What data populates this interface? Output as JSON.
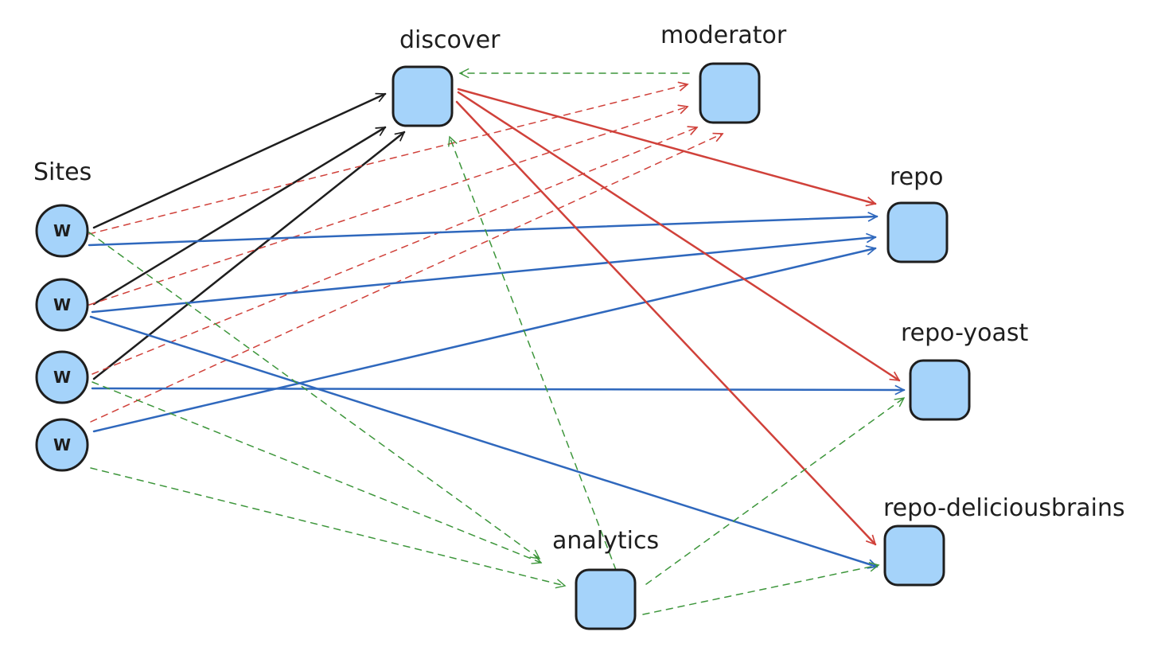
{
  "diagram": {
    "title": "",
    "colors": {
      "node_fill": "#a5d3fa",
      "node_stroke": "#1e1e1e",
      "black_edge": "#1e1e1e",
      "blue_edge": "#2f68bd",
      "red_edge": "#d0413a",
      "green_edge": "#3d963b"
    },
    "sites_group_label": "Sites",
    "site_icon_glyph": "W",
    "nodes": [
      {
        "id": "site1",
        "kind": "site",
        "label": ""
      },
      {
        "id": "site2",
        "kind": "site",
        "label": ""
      },
      {
        "id": "site3",
        "kind": "site",
        "label": ""
      },
      {
        "id": "site4",
        "kind": "site",
        "label": ""
      },
      {
        "id": "discover",
        "kind": "service",
        "label": "discover"
      },
      {
        "id": "moderator",
        "kind": "service",
        "label": "moderator"
      },
      {
        "id": "repo",
        "kind": "service",
        "label": "repo"
      },
      {
        "id": "repo-yoast",
        "kind": "service",
        "label": "repo-yoast"
      },
      {
        "id": "repo-deliciousbrains",
        "kind": "service",
        "label": "repo-deliciousbrains"
      },
      {
        "id": "analytics",
        "kind": "service",
        "label": "analytics"
      }
    ],
    "edges": [
      {
        "from": "site1",
        "to": "discover",
        "color": "black",
        "style": "solid"
      },
      {
        "from": "site2",
        "to": "discover",
        "color": "black",
        "style": "solid"
      },
      {
        "from": "site3",
        "to": "discover",
        "color": "black",
        "style": "solid"
      },
      {
        "from": "site1",
        "to": "moderator",
        "color": "red",
        "style": "dashed"
      },
      {
        "from": "site2",
        "to": "moderator",
        "color": "red",
        "style": "dashed"
      },
      {
        "from": "site3",
        "to": "moderator",
        "color": "red",
        "style": "dashed"
      },
      {
        "from": "site4",
        "to": "moderator",
        "color": "red",
        "style": "dashed"
      },
      {
        "from": "site1",
        "to": "repo",
        "color": "blue",
        "style": "solid"
      },
      {
        "from": "site2",
        "to": "repo",
        "color": "blue",
        "style": "solid"
      },
      {
        "from": "site4",
        "to": "repo",
        "color": "blue",
        "style": "solid"
      },
      {
        "from": "site3",
        "to": "repo-yoast",
        "color": "blue",
        "style": "solid"
      },
      {
        "from": "site2",
        "to": "repo-deliciousbrains",
        "color": "blue",
        "style": "solid"
      },
      {
        "from": "discover",
        "to": "repo",
        "color": "red",
        "style": "solid"
      },
      {
        "from": "discover",
        "to": "repo-yoast",
        "color": "red",
        "style": "solid"
      },
      {
        "from": "discover",
        "to": "repo-deliciousbrains",
        "color": "red",
        "style": "solid"
      },
      {
        "from": "moderator",
        "to": "discover",
        "color": "green",
        "style": "dashed"
      },
      {
        "from": "analytics",
        "to": "discover",
        "color": "green",
        "style": "dashed"
      },
      {
        "from": "site1",
        "to": "analytics",
        "color": "green",
        "style": "dashed"
      },
      {
        "from": "site3",
        "to": "analytics",
        "color": "green",
        "style": "dashed"
      },
      {
        "from": "site4",
        "to": "analytics",
        "color": "green",
        "style": "dashed"
      },
      {
        "from": "analytics",
        "to": "repo-yoast",
        "color": "green",
        "style": "dashed"
      },
      {
        "from": "analytics",
        "to": "repo-deliciousbrains",
        "color": "green",
        "style": "dashed"
      }
    ]
  }
}
